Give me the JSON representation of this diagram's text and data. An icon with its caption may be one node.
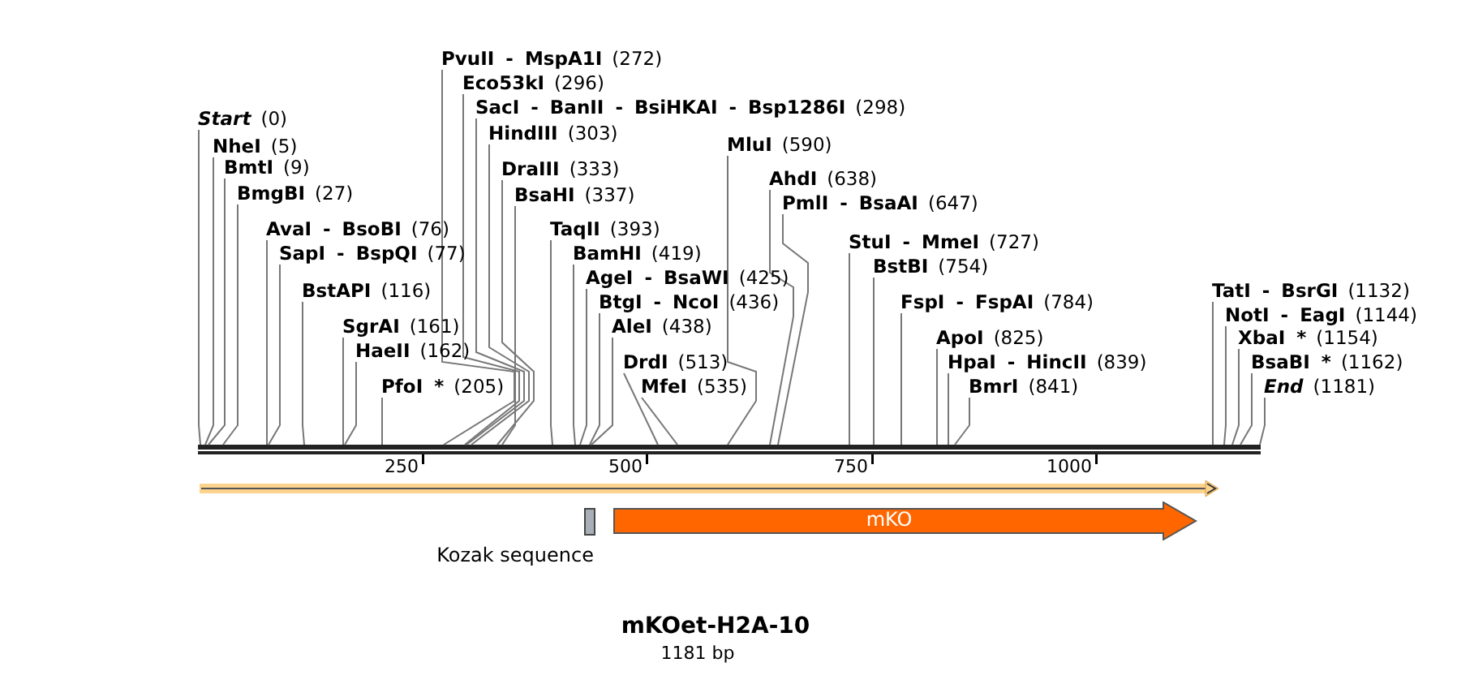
{
  "diagram": {
    "title": "mKOet-H2A-10",
    "caption": "1181 bp",
    "nodes": [
      {
        "text": [
          "Start",
          "(0)"
        ]
      },
      {
        "text": [
          "NheI",
          "(5)"
        ]
      },
      {
        "text": [
          "BmtI",
          "(9)"
        ]
      },
      {
        "text": [
          "BmgBI",
          "(27)"
        ]
      },
      {
        "text": [
          "AvaI - BsoBI",
          "(76)"
        ]
      },
      {
        "text": [
          "SapI - BspQI",
          "(77)"
        ]
      },
      {
        "text": [
          "BstAPI",
          "(116)"
        ]
      },
      {
        "text": [
          "SgrAI",
          "(161)"
        ]
      },
      {
        "text": [
          "HaeII",
          "(162)"
        ]
      },
      {
        "text": [
          "PfoI *",
          "(205)"
        ]
      },
      {
        "text": [
          "PvuII - MspA1I",
          "(272)"
        ]
      },
      {
        "text": [
          "Eco53kI",
          "(296)"
        ]
      },
      {
        "text": [
          "SacI - BanII - BsiHKAI - Bsp1286I",
          "(298)"
        ]
      },
      {
        "text": [
          "HindIII",
          "(303)"
        ]
      },
      {
        "text": [
          "DraIII",
          "(333)"
        ]
      },
      {
        "text": [
          "BsaHI",
          "(337)"
        ]
      },
      {
        "text": [
          "TaqII",
          "(393)"
        ]
      },
      {
        "text": [
          "BamHI",
          "(419)"
        ]
      },
      {
        "text": [
          "AgeI - BsaWI",
          "(425)"
        ]
      },
      {
        "text": [
          "BtgI - NcoI",
          "(436)"
        ]
      },
      {
        "text": [
          "AleI",
          "(438)"
        ]
      },
      {
        "text": [
          "DrdI",
          "(513)"
        ]
      },
      {
        "text": [
          "MfeI",
          "(535)"
        ]
      },
      {
        "text": [
          "MluI",
          "(590)"
        ]
      },
      {
        "text": [
          "AhdI",
          "(638)"
        ]
      },
      {
        "text": [
          "PmlI - BsaAI",
          "(647)"
        ]
      },
      {
        "text": [
          "StuI - MmeI",
          "(727)"
        ]
      },
      {
        "text": [
          "BstBI",
          "(754)"
        ]
      },
      {
        "text": [
          "FspI - FspAI",
          "(784)"
        ]
      },
      {
        "text": [
          "ApoI",
          "(825)"
        ]
      },
      {
        "text": [
          "HpaI - HincII",
          "(839)"
        ]
      },
      {
        "text": [
          "BmrI",
          "(841)"
        ]
      },
      {
        "text": [
          "TatI - BsrGI",
          "(1132)"
        ]
      },
      {
        "text": [
          "NotI - EagI",
          "(1144)"
        ]
      },
      {
        "text": [
          "XbaI *",
          "(1154)"
        ]
      },
      {
        "text": [
          "BsaBI *",
          "(1162)"
        ]
      },
      {
        "text": [
          "End",
          "(1181)"
        ]
      },
      {
        "text": [
          "Kozak sequence"
        ]
      },
      {
        "text": [
          "mKO"
        ]
      }
    ],
    "edges": [
      {
        "from": 0,
        "to": null,
        "arrow": "none"
      },
      {
        "from": 1,
        "to": null,
        "arrow": "none"
      },
      {
        "from": 2,
        "to": null,
        "arrow": "none"
      },
      {
        "from": 3,
        "to": null,
        "arrow": "none"
      },
      {
        "from": 4,
        "to": null,
        "arrow": "none"
      },
      {
        "from": 5,
        "to": null,
        "arrow": "none"
      },
      {
        "from": 6,
        "to": null,
        "arrow": "none"
      },
      {
        "from": 7,
        "to": null,
        "arrow": "none"
      },
      {
        "from": 8,
        "to": null,
        "arrow": "none"
      },
      {
        "from": 9,
        "to": null,
        "arrow": "none"
      },
      {
        "from": 10,
        "to": null,
        "arrow": "none"
      },
      {
        "from": 11,
        "to": null,
        "arrow": "none"
      },
      {
        "from": 12,
        "to": null,
        "arrow": "none"
      },
      {
        "from": 13,
        "to": null,
        "arrow": "none"
      },
      {
        "from": 14,
        "to": null,
        "arrow": "none"
      },
      {
        "from": 15,
        "to": null,
        "arrow": "none"
      },
      {
        "from": 16,
        "to": null,
        "arrow": "none"
      },
      {
        "from": 17,
        "to": null,
        "arrow": "none"
      },
      {
        "from": 18,
        "to": null,
        "arrow": "none"
      },
      {
        "from": 19,
        "to": null,
        "arrow": "none"
      },
      {
        "from": 20,
        "to": null,
        "arrow": "none"
      },
      {
        "from": 21,
        "to": null,
        "arrow": "none"
      },
      {
        "from": 22,
        "to": null,
        "arrow": "none"
      },
      {
        "from": 23,
        "to": null,
        "arrow": "none"
      },
      {
        "from": 24,
        "to": null,
        "arrow": "none"
      },
      {
        "from": 25,
        "to": null,
        "arrow": "none"
      },
      {
        "from": 26,
        "to": null,
        "arrow": "none"
      },
      {
        "from": 27,
        "to": null,
        "arrow": "none"
      },
      {
        "from": 28,
        "to": null,
        "arrow": "none"
      },
      {
        "from": 29,
        "to": null,
        "arrow": "none"
      },
      {
        "from": 30,
        "to": null,
        "arrow": "none"
      },
      {
        "from": 31,
        "to": null,
        "arrow": "none"
      },
      {
        "from": 32,
        "to": null,
        "arrow": "none"
      },
      {
        "from": 33,
        "to": null,
        "arrow": "none"
      },
      {
        "from": 34,
        "to": null,
        "arrow": "none"
      },
      {
        "from": 35,
        "to": null,
        "arrow": "none"
      },
      {
        "from": 36,
        "to": null,
        "arrow": "none"
      }
    ],
    "labels": [
      "250",
      "500",
      "750",
      "1000"
    ]
  }
}
